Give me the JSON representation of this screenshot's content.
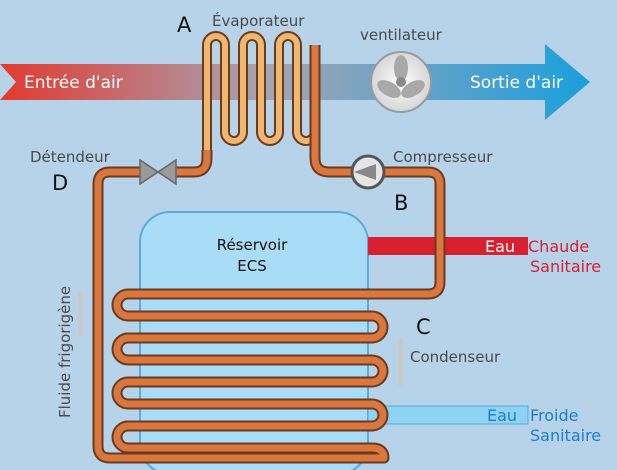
{
  "labels": {
    "evaporator": "Évaporateur",
    "fan": "ventilateur",
    "air_in": "Entrée d'air",
    "air_out": "Sortie d'air",
    "expansion_valve": "Détendeur",
    "compressor": "Compresseur",
    "tank_line1": "Réservoir",
    "tank_line2": "ECS",
    "hot_water_a": "Eau",
    "hot_water_b": "Chaude",
    "hot_water_c": "Sanitaire",
    "cold_water_a": "Eau",
    "cold_water_b": "Froide",
    "cold_water_c": "Sanitaire",
    "condenser": "Condenseur",
    "refrigerant": "Fluide frigorigène"
  },
  "points": {
    "a": "A",
    "b": "B",
    "c": "C",
    "d": "D"
  },
  "colors": {
    "background": "#b7d3ea",
    "refrigerant_pipe": "#d9773f",
    "hot_water": "#d8202f",
    "cold_water": "#8fd3f3",
    "tank": "#a9dcf6",
    "air_in": "#e23a2f",
    "air_out": "#1a9fdc",
    "label_blue": "#1a7fd0",
    "label_red": "#d8202f"
  },
  "icons": [
    "fan-icon",
    "compressor-icon",
    "expansion-valve-icon"
  ]
}
